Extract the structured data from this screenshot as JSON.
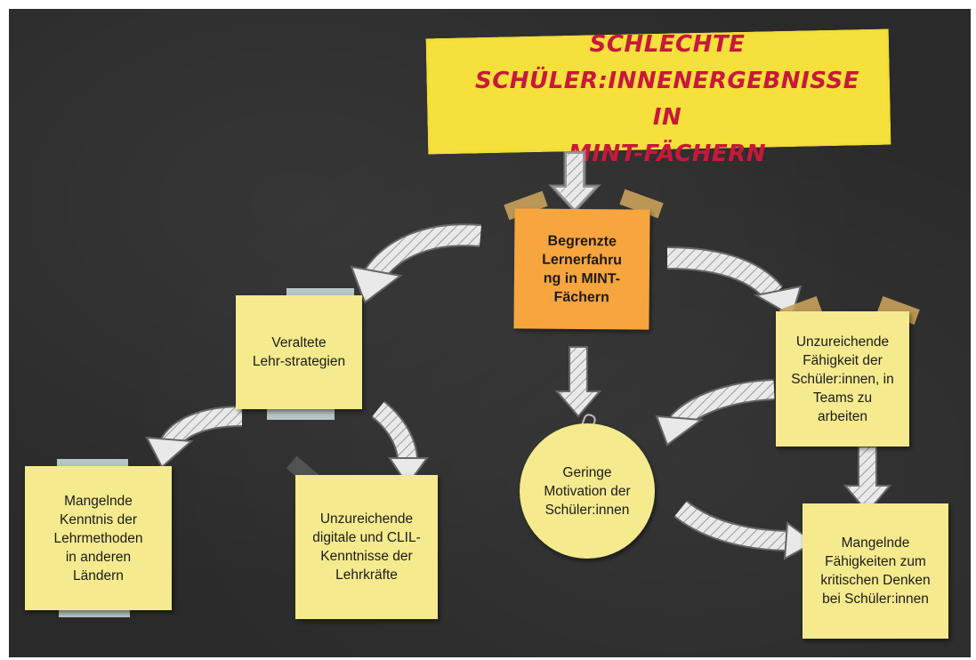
{
  "banner": {
    "title_lines": [
      "SCHLECHTE",
      "SCHÜLER:INNENERGEBNISSE IN",
      "MINT-FÄCHERN"
    ]
  },
  "nodes": {
    "center": [
      "Begrenzte",
      "Lernerfahru",
      "ng in MINT-",
      "Fächern"
    ],
    "veraltete": [
      "Veraltete",
      "Lehr-strategien"
    ],
    "mangelnde_kenntnis": [
      "Mangelnde",
      "Kenntnis der",
      "Lehrmethoden",
      "in anderen",
      "Ländern"
    ],
    "unzureichende_digitale": [
      "Unzureichende",
      "digitale und CLIL-",
      "Kenntnisse der",
      "Lehrkräfte"
    ],
    "geringe_motivation": [
      "Geringe",
      "Motivation der",
      "Schüler:innen"
    ],
    "unzureichende_teams": [
      "Unzureichende",
      "Fähigkeit der",
      "Schüler:innen, in",
      "Teams zu",
      "arbeiten"
    ],
    "mangelnde_denken": [
      "Mangelnde",
      "Fähigkeiten zum",
      "kritischen Denken",
      "bei Schüler:innen"
    ]
  },
  "colors": {
    "board": "#2a2a2a",
    "banner": "#f6e03c",
    "banner_text": "#c8183c",
    "note_yellow": "#f5ea8e",
    "note_orange": "#f7a53e",
    "tape": "#c9a25a",
    "arrow_fill": "#e8e8e8"
  }
}
